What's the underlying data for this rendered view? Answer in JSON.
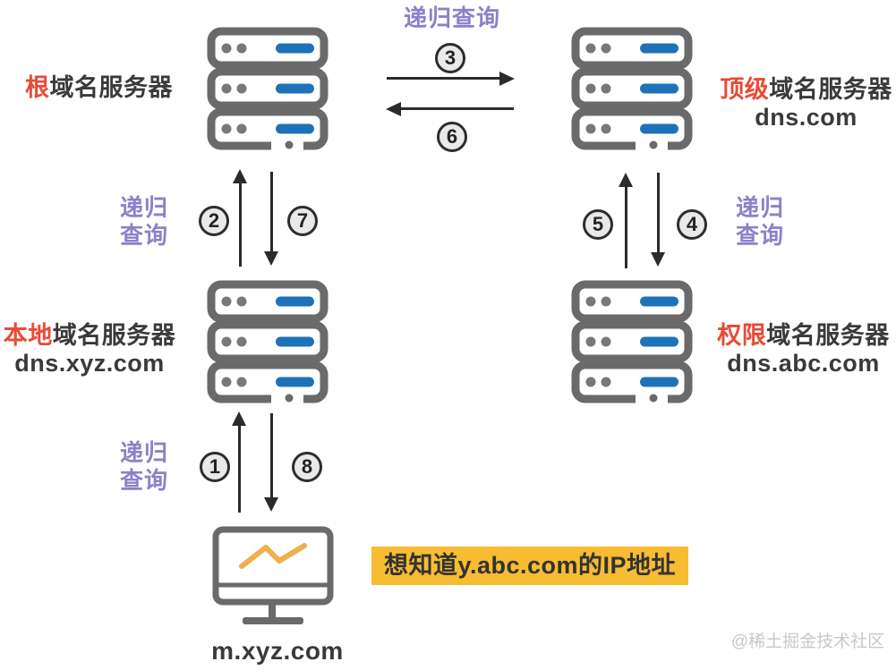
{
  "colors": {
    "accent_red": "#ea4a35",
    "purple": "#8e80c9",
    "server_blue": "#1e72b9",
    "icon_gray": "#6a6a6a",
    "dark_text": "#3a3a3a",
    "note_yellow": "#f7bc32",
    "arrow_dark": "#2b2b2b",
    "badge_fill": "#e9e9e9",
    "watermark_gray": "#c8c8c8"
  },
  "nodes": {
    "root": {
      "highlight": "根",
      "rest": "域名服务器"
    },
    "tld": {
      "highlight": "顶级",
      "rest": "域名服务器",
      "subtitle": "dns.com"
    },
    "local": {
      "highlight": "本地",
      "rest": "域名服务器",
      "subtitle": "dns.xyz.com"
    },
    "auth": {
      "highlight": "权限",
      "rest": "域名服务器",
      "subtitle": "dns.abc.com"
    },
    "client": {
      "label": "m.xyz.com"
    }
  },
  "labels": {
    "recursive_query": "递归查询",
    "recursive_line1": "递归",
    "recursive_line2": "查询"
  },
  "steps": {
    "1": "1",
    "2": "2",
    "3": "3",
    "4": "4",
    "5": "5",
    "6": "6",
    "7": "7",
    "8": "8"
  },
  "note": {
    "text": "想知道y.abc.com的IP地址"
  },
  "watermark": {
    "text": "@稀土掘金技术社区"
  }
}
